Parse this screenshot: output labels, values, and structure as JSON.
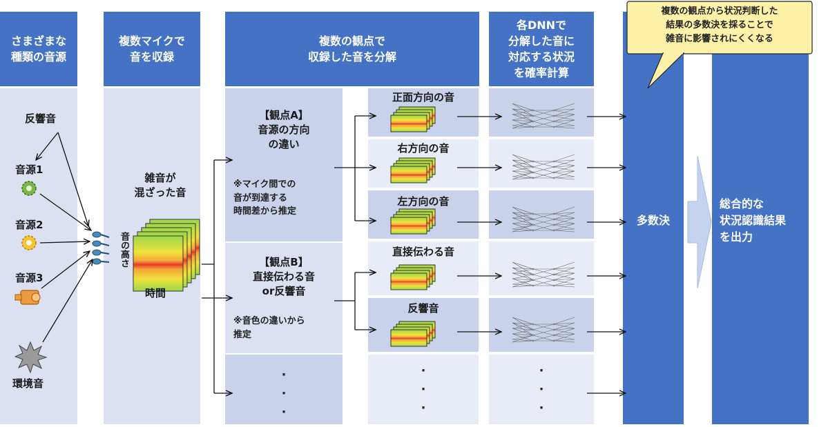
{
  "headers": {
    "sources": "さまざまな\n種類の音源",
    "mics": "複数マイクで\n音を収録",
    "decompose": "複数の観点で\n収録した音を分解",
    "dnn": "各DNNで\n分解した音に\n対応する状況\nを確率計算"
  },
  "callout": "複数の観点から状況判断した\n結果の多数決を採ることで\n雑音に影響されにくくなる",
  "sources": {
    "reverb": "反響音",
    "source1": "音源1",
    "source2": "音源2",
    "source3": "音源3",
    "env": "環境音"
  },
  "mixed": {
    "label": "雑音が\n混ざった音",
    "axis_y": "音の高さ",
    "axis_x": "時間"
  },
  "viewpoint_a": {
    "title": "【観点A】\n音源の方向\nの違い",
    "note": "※マイク間での\n音が到達する\n時間差から推定"
  },
  "viewpoint_b": {
    "title": "【観点B】\n直接伝わる音\nor反響音",
    "note": "※音色の違いから\n推定"
  },
  "outputs": [
    "正面方向の音",
    "右方向の音",
    "左方向の音",
    "直接伝わる音",
    "反響音"
  ],
  "majority": "多数決",
  "result": "総合的な\n状況認識結果\nを出力",
  "colors": {
    "header_blue": "#4472c4",
    "panel_light": "#dbe1f1",
    "panel_mid": "#c9d2ea",
    "arrow_fill": "#c5d3ee",
    "callout_fill": "#fff2a8"
  }
}
